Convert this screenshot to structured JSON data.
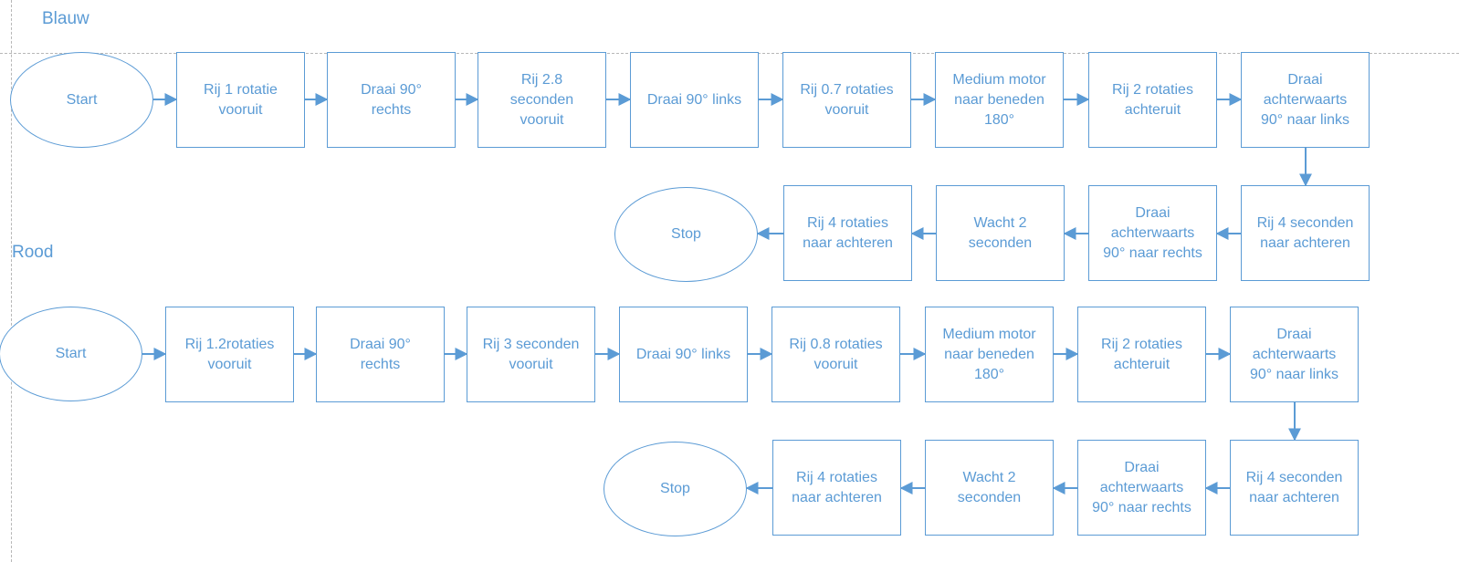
{
  "diagram": {
    "accent_color": "#5b9bd5",
    "guide_color": "#b7b7b7",
    "sections": [
      {
        "title": "Blauw",
        "start": "Start",
        "stop": "Stop",
        "row1": [
          "Rij 1 rotatie\nvooruit",
          "Draai 90°\nrechts",
          "Rij 2.8\nseconden\nvooruit",
          "Draai 90° links",
          "Rij 0.7 rotaties\nvooruit",
          "Medium motor\nnaar beneden\n180°",
          "Rij 2 rotaties\nachteruit",
          "Draai\nachterwaarts\n90° naar links"
        ],
        "row2": [
          "Rij 4 seconden\nnaar achteren",
          "Draai\nachterwaarts\n90° naar rechts",
          "Wacht 2\nseconden",
          "Rij 4 rotaties\nnaar achteren"
        ]
      },
      {
        "title": "Rood",
        "start": "Start",
        "stop": "Stop",
        "row1": [
          "Rij 1.2rotaties\nvooruit",
          "Draai 90°\nrechts",
          "Rij 3 seconden\nvooruit",
          "Draai 90° links",
          "Rij 0.8 rotaties\nvooruit",
          "Medium motor\nnaar beneden\n180°",
          "Rij 2 rotaties\nachteruit",
          "Draai\nachterwaarts\n90° naar links"
        ],
        "row2": [
          "Rij 4 seconden\nnaar achteren",
          "Draai\nachterwaarts\n90° naar rechts",
          "Wacht 2\nseconden",
          "Rij 4 rotaties\nnaar achteren"
        ]
      }
    ]
  }
}
